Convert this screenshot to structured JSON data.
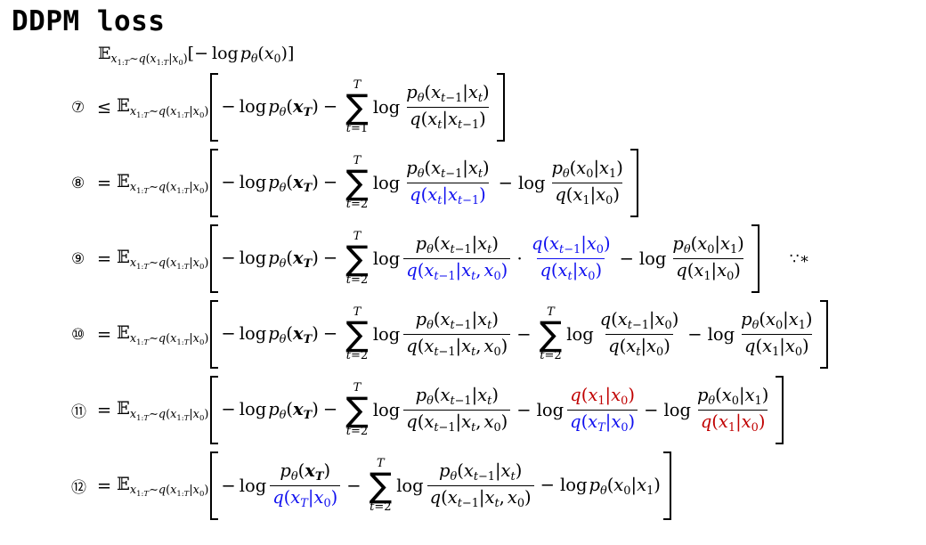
{
  "title": "DDPM loss",
  "colors": {
    "blue": "#0f0fef",
    "red": "#c00000",
    "text": "#000000"
  },
  "sum_glyph": "∑",
  "defs": {
    "Esub": [
      {
        "s": "𝔼",
        "f": "rm"
      },
      {
        "k": "sb",
        "c": [
          {
            "s": "x",
            "f": "it"
          },
          {
            "k": "sb",
            "c": [
              {
                "s": "1:",
                "f": "rm"
              },
              {
                "s": "T",
                "f": "it"
              }
            ]
          },
          {
            "s": "∼",
            "f": "rm"
          },
          {
            "s": "q",
            "f": "it"
          },
          {
            "s": "(",
            "f": "rm"
          },
          {
            "s": "x",
            "f": "it"
          },
          {
            "k": "sb",
            "c": [
              {
                "s": "1:",
                "f": "rm"
              },
              {
                "s": "T",
                "f": "it"
              }
            ]
          },
          {
            "s": "|",
            "f": "rm"
          },
          {
            "s": "x",
            "f": "it"
          },
          {
            "k": "sb",
            "c": [
              {
                "s": "0",
                "f": "rm"
              }
            ]
          },
          {
            "s": ")",
            "f": "rm"
          }
        ]
      }
    ],
    "p0": [
      {
        "s": "p",
        "f": "it"
      },
      {
        "k": "sb",
        "c": [
          {
            "s": "θ",
            "f": "it"
          }
        ]
      },
      {
        "s": "(",
        "f": "rm"
      },
      {
        "s": "x",
        "f": "it"
      },
      {
        "k": "sb",
        "c": [
          {
            "s": "0",
            "f": "rm"
          }
        ]
      },
      {
        "s": ")",
        "f": "rm"
      }
    ],
    "pxT": [
      {
        "s": "p",
        "f": "it"
      },
      {
        "k": "sb",
        "c": [
          {
            "s": "θ",
            "f": "it"
          }
        ]
      },
      {
        "s": "(",
        "f": "rm"
      },
      {
        "s": "x",
        "f": "bi"
      },
      {
        "k": "sb",
        "c": [
          {
            "s": "T",
            "f": "bi"
          }
        ]
      },
      {
        "s": ")",
        "f": "rm"
      }
    ],
    "p_num": [
      {
        "s": "p",
        "f": "it"
      },
      {
        "k": "sb",
        "c": [
          {
            "s": "θ",
            "f": "it"
          }
        ]
      },
      {
        "s": "(",
        "f": "rm"
      },
      {
        "s": "x",
        "f": "it"
      },
      {
        "k": "sb",
        "c": [
          {
            "s": "t",
            "f": "it"
          },
          {
            "s": "−1",
            "f": "rm"
          }
        ]
      },
      {
        "s": "|",
        "f": "rm"
      },
      {
        "s": "x",
        "f": "it"
      },
      {
        "k": "sb",
        "c": [
          {
            "s": "t",
            "f": "it"
          }
        ]
      },
      {
        "s": ")",
        "f": "rm"
      }
    ],
    "p_01": [
      {
        "s": "p",
        "f": "it"
      },
      {
        "k": "sb",
        "c": [
          {
            "s": "θ",
            "f": "it"
          }
        ]
      },
      {
        "s": "(",
        "f": "rm"
      },
      {
        "s": "x",
        "f": "it"
      },
      {
        "k": "sb",
        "c": [
          {
            "s": "0",
            "f": "rm"
          }
        ]
      },
      {
        "s": "|",
        "f": "rm"
      },
      {
        "s": "x",
        "f": "it"
      },
      {
        "k": "sb",
        "c": [
          {
            "s": "1",
            "f": "rm"
          }
        ]
      },
      {
        "s": ")",
        "f": "rm"
      }
    ],
    "q_t_tm1": [
      {
        "s": "q",
        "f": "it"
      },
      {
        "s": "(",
        "f": "rm"
      },
      {
        "s": "x",
        "f": "it"
      },
      {
        "k": "sb",
        "c": [
          {
            "s": "t",
            "f": "it"
          }
        ]
      },
      {
        "s": "|",
        "f": "rm"
      },
      {
        "s": "x",
        "f": "it"
      },
      {
        "k": "sb",
        "c": [
          {
            "s": "t",
            "f": "it"
          },
          {
            "s": "−1",
            "f": "rm"
          }
        ]
      },
      {
        "s": ")",
        "f": "rm"
      }
    ],
    "q_tm1_t0": [
      {
        "s": "q",
        "f": "it"
      },
      {
        "s": "(",
        "f": "rm"
      },
      {
        "s": "x",
        "f": "it"
      },
      {
        "k": "sb",
        "c": [
          {
            "s": "t",
            "f": "it"
          },
          {
            "s": "−1",
            "f": "rm"
          }
        ]
      },
      {
        "s": "|",
        "f": "rm"
      },
      {
        "s": "x",
        "f": "it"
      },
      {
        "k": "sb",
        "c": [
          {
            "s": "t",
            "f": "it"
          }
        ]
      },
      {
        "s": ",",
        "f": "rm"
      },
      {
        "k": "sp",
        "w": 3
      },
      {
        "s": "x",
        "f": "it"
      },
      {
        "k": "sb",
        "c": [
          {
            "s": "0",
            "f": "rm"
          }
        ]
      },
      {
        "s": ")",
        "f": "rm"
      }
    ],
    "q_tm1_0": [
      {
        "s": "q",
        "f": "it"
      },
      {
        "s": "(",
        "f": "rm"
      },
      {
        "s": "x",
        "f": "it"
      },
      {
        "k": "sb",
        "c": [
          {
            "s": "t",
            "f": "it"
          },
          {
            "s": "−1",
            "f": "rm"
          }
        ]
      },
      {
        "s": "|",
        "f": "rm"
      },
      {
        "s": "x",
        "f": "it"
      },
      {
        "k": "sb",
        "c": [
          {
            "s": "0",
            "f": "rm"
          }
        ]
      },
      {
        "s": ")",
        "f": "rm"
      }
    ],
    "q_t_0": [
      {
        "s": "q",
        "f": "it"
      },
      {
        "s": "(",
        "f": "rm"
      },
      {
        "s": "x",
        "f": "it"
      },
      {
        "k": "sb",
        "c": [
          {
            "s": "t",
            "f": "it"
          }
        ]
      },
      {
        "s": "|",
        "f": "rm"
      },
      {
        "s": "x",
        "f": "it"
      },
      {
        "k": "sb",
        "c": [
          {
            "s": "0",
            "f": "rm"
          }
        ]
      },
      {
        "s": ")",
        "f": "rm"
      }
    ],
    "q_1_0": [
      {
        "s": "q",
        "f": "it"
      },
      {
        "s": "(",
        "f": "rm"
      },
      {
        "s": "x",
        "f": "it"
      },
      {
        "k": "sb",
        "c": [
          {
            "s": "1",
            "f": "rm"
          }
        ]
      },
      {
        "s": "|",
        "f": "rm"
      },
      {
        "s": "x",
        "f": "it"
      },
      {
        "k": "sb",
        "c": [
          {
            "s": "0",
            "f": "rm"
          }
        ]
      },
      {
        "s": ")",
        "f": "rm"
      }
    ],
    "q_T_0": [
      {
        "s": "q",
        "f": "it"
      },
      {
        "s": "(",
        "f": "rm"
      },
      {
        "s": "x",
        "f": "it"
      },
      {
        "k": "sb",
        "c": [
          {
            "s": "T",
            "f": "it"
          }
        ]
      },
      {
        "s": "|",
        "f": "rm"
      },
      {
        "s": "x",
        "f": "it"
      },
      {
        "k": "sb",
        "c": [
          {
            "s": "0",
            "f": "rm"
          }
        ]
      },
      {
        "s": ")",
        "f": "rm"
      }
    ],
    "neglog": [
      {
        "s": "−",
        "f": "rm"
      },
      {
        "k": "sp",
        "w": 3
      },
      {
        "s": "log",
        "f": "rm",
        "cls": "fun"
      }
    ]
  },
  "intro": [
    {
      "k": "ref",
      "id": "Esub"
    },
    {
      "s": "[",
      "f": "rm"
    },
    {
      "s": "−",
      "f": "rm"
    },
    {
      "k": "sp",
      "w": 3
    },
    {
      "s": "log",
      "f": "rm",
      "cls": "fun"
    },
    {
      "k": "ref",
      "id": "p0"
    },
    {
      "s": "]",
      "f": "rm"
    }
  ],
  "equations": [
    {
      "label": "⑦",
      "rel": "≤",
      "note": "",
      "pre": [
        {
          "k": "ref",
          "id": "Esub"
        }
      ],
      "body": [
        {
          "k": "ref",
          "id": "neglog"
        },
        {
          "k": "ref",
          "id": "pxT"
        },
        {
          "s": "−",
          "f": "rm",
          "cls": "op"
        },
        {
          "k": "sum",
          "hi": [
            {
              "s": "T",
              "f": "it"
            }
          ],
          "lo": [
            {
              "s": "t",
              "f": "it"
            },
            {
              "s": "=1",
              "f": "rm"
            }
          ]
        },
        {
          "s": "log",
          "f": "rm",
          "cls": "fun"
        },
        {
          "k": "frac",
          "n": [
            {
              "k": "ref",
              "id": "p_num"
            }
          ],
          "d": [
            {
              "k": "ref",
              "id": "q_t_tm1"
            }
          ]
        }
      ]
    },
    {
      "label": "⑧",
      "rel": "=",
      "note": "",
      "pre": [
        {
          "k": "ref",
          "id": "Esub"
        }
      ],
      "body": [
        {
          "k": "ref",
          "id": "neglog"
        },
        {
          "k": "ref",
          "id": "pxT"
        },
        {
          "s": "−",
          "f": "rm",
          "cls": "op"
        },
        {
          "k": "sum",
          "hi": [
            {
              "s": "T",
              "f": "it"
            }
          ],
          "lo": [
            {
              "s": "t",
              "f": "it"
            },
            {
              "s": "=2",
              "f": "rm"
            }
          ]
        },
        {
          "s": "log",
          "f": "rm",
          "cls": "fun"
        },
        {
          "k": "frac",
          "n": [
            {
              "k": "ref",
              "id": "p_num"
            }
          ],
          "d": [
            {
              "k": "ref",
              "id": "q_t_tm1",
              "col": "blue"
            }
          ]
        },
        {
          "s": "−",
          "f": "rm",
          "cls": "op"
        },
        {
          "s": "log",
          "f": "rm",
          "cls": "fun"
        },
        {
          "k": "frac",
          "n": [
            {
              "k": "ref",
              "id": "p_01"
            }
          ],
          "d": [
            {
              "k": "ref",
              "id": "q_1_0"
            }
          ]
        }
      ]
    },
    {
      "label": "⑨",
      "rel": "=",
      "note": "∵∗",
      "pre": [
        {
          "k": "ref",
          "id": "Esub"
        }
      ],
      "body": [
        {
          "k": "ref",
          "id": "neglog"
        },
        {
          "k": "ref",
          "id": "pxT"
        },
        {
          "s": "−",
          "f": "rm",
          "cls": "op"
        },
        {
          "k": "sum",
          "hi": [
            {
              "s": "T",
              "f": "it"
            }
          ],
          "lo": [
            {
              "s": "t",
              "f": "it"
            },
            {
              "s": "=2",
              "f": "rm"
            }
          ]
        },
        {
          "s": "log",
          "f": "rm",
          "cls": "fun"
        },
        {
          "k": "frac",
          "n": [
            {
              "k": "ref",
              "id": "p_num"
            }
          ],
          "d": [
            {
              "k": "ref",
              "id": "q_tm1_t0",
              "col": "blue"
            }
          ]
        },
        {
          "s": "⋅",
          "f": "rm",
          "cls": "op"
        },
        {
          "k": "frac",
          "col": "blue",
          "n": [
            {
              "k": "ref",
              "id": "q_tm1_0"
            }
          ],
          "d": [
            {
              "k": "ref",
              "id": "q_t_0"
            }
          ]
        },
        {
          "s": "−",
          "f": "rm",
          "cls": "op"
        },
        {
          "s": "log",
          "f": "rm",
          "cls": "fun"
        },
        {
          "k": "frac",
          "n": [
            {
              "k": "ref",
              "id": "p_01"
            }
          ],
          "d": [
            {
              "k": "ref",
              "id": "q_1_0"
            }
          ]
        }
      ]
    },
    {
      "label": "⑩",
      "rel": "=",
      "note": "",
      "pre": [
        {
          "k": "ref",
          "id": "Esub"
        }
      ],
      "body": [
        {
          "k": "ref",
          "id": "neglog"
        },
        {
          "k": "ref",
          "id": "pxT"
        },
        {
          "s": "−",
          "f": "rm",
          "cls": "op"
        },
        {
          "k": "sum",
          "hi": [
            {
              "s": "T",
              "f": "it"
            }
          ],
          "lo": [
            {
              "s": "t",
              "f": "it"
            },
            {
              "s": "=2",
              "f": "rm"
            }
          ]
        },
        {
          "s": "log",
          "f": "rm",
          "cls": "fun"
        },
        {
          "k": "frac",
          "n": [
            {
              "k": "ref",
              "id": "p_num"
            }
          ],
          "d": [
            {
              "k": "ref",
              "id": "q_tm1_t0"
            }
          ]
        },
        {
          "s": "−",
          "f": "rm",
          "cls": "op"
        },
        {
          "k": "sum",
          "hi": [
            {
              "s": "T",
              "f": "it"
            }
          ],
          "lo": [
            {
              "s": "t",
              "f": "it"
            },
            {
              "s": "=2",
              "f": "rm"
            }
          ]
        },
        {
          "s": "log",
          "f": "rm",
          "cls": "fun"
        },
        {
          "k": "frac",
          "n": [
            {
              "k": "ref",
              "id": "q_tm1_0"
            }
          ],
          "d": [
            {
              "k": "ref",
              "id": "q_t_0"
            }
          ]
        },
        {
          "s": "−",
          "f": "rm",
          "cls": "op"
        },
        {
          "s": "log",
          "f": "rm",
          "cls": "fun"
        },
        {
          "k": "frac",
          "n": [
            {
              "k": "ref",
              "id": "p_01"
            }
          ],
          "d": [
            {
              "k": "ref",
              "id": "q_1_0"
            }
          ]
        }
      ]
    },
    {
      "label": "⑪",
      "rel": "=",
      "note": "",
      "pre": [
        {
          "k": "ref",
          "id": "Esub"
        }
      ],
      "body": [
        {
          "k": "ref",
          "id": "neglog"
        },
        {
          "k": "ref",
          "id": "pxT"
        },
        {
          "s": "−",
          "f": "rm",
          "cls": "op"
        },
        {
          "k": "sum",
          "hi": [
            {
              "s": "T",
              "f": "it"
            }
          ],
          "lo": [
            {
              "s": "t",
              "f": "it"
            },
            {
              "s": "=2",
              "f": "rm"
            }
          ]
        },
        {
          "s": "log",
          "f": "rm",
          "cls": "fun"
        },
        {
          "k": "frac",
          "n": [
            {
              "k": "ref",
              "id": "p_num"
            }
          ],
          "d": [
            {
              "k": "ref",
              "id": "q_tm1_t0"
            }
          ]
        },
        {
          "s": "−",
          "f": "rm",
          "cls": "op"
        },
        {
          "s": "log",
          "f": "rm",
          "cls": "fun"
        },
        {
          "k": "frac",
          "n": [
            {
              "k": "ref",
              "id": "q_1_0",
              "col": "red"
            }
          ],
          "d": [
            {
              "k": "ref",
              "id": "q_T_0",
              "col": "blue"
            }
          ]
        },
        {
          "s": "−",
          "f": "rm",
          "cls": "op"
        },
        {
          "s": "log",
          "f": "rm",
          "cls": "fun"
        },
        {
          "k": "frac",
          "n": [
            {
              "k": "ref",
              "id": "p_01"
            }
          ],
          "d": [
            {
              "k": "ref",
              "id": "q_1_0",
              "col": "red"
            }
          ]
        }
      ]
    },
    {
      "label": "⑫",
      "rel": "=",
      "note": "",
      "pre": [
        {
          "k": "ref",
          "id": "Esub"
        }
      ],
      "body": [
        {
          "s": "−",
          "f": "rm"
        },
        {
          "k": "sp",
          "w": 3
        },
        {
          "s": "log",
          "f": "rm",
          "cls": "fun"
        },
        {
          "k": "frac",
          "n": [
            {
              "k": "ref",
              "id": "pxT"
            }
          ],
          "d": [
            {
              "k": "ref",
              "id": "q_T_0",
              "col": "blue"
            }
          ]
        },
        {
          "s": "−",
          "f": "rm",
          "cls": "op"
        },
        {
          "k": "sum",
          "hi": [
            {
              "s": "T",
              "f": "it"
            }
          ],
          "lo": [
            {
              "s": "t",
              "f": "it"
            },
            {
              "s": "=2",
              "f": "rm"
            }
          ]
        },
        {
          "s": "log",
          "f": "rm",
          "cls": "fun"
        },
        {
          "k": "frac",
          "n": [
            {
              "k": "ref",
              "id": "p_num"
            }
          ],
          "d": [
            {
              "k": "ref",
              "id": "q_tm1_t0"
            }
          ]
        },
        {
          "s": "−",
          "f": "rm",
          "cls": "op"
        },
        {
          "s": "log",
          "f": "rm",
          "cls": "fun"
        },
        {
          "k": "ref",
          "id": "p_01"
        }
      ]
    }
  ]
}
